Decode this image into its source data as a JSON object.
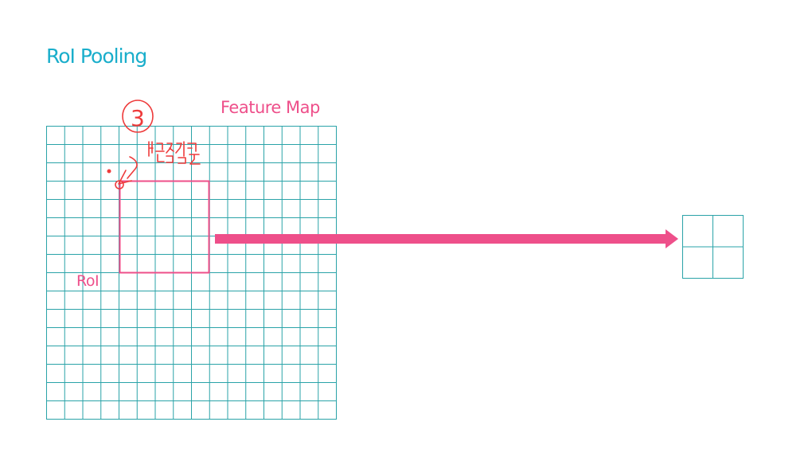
{
  "slide": {
    "title": "RoI Pooling"
  },
  "diagram": {
    "feature_map_label": "Feature Map",
    "roi_label": "RoI",
    "feature_map_grid": {
      "rows": 16,
      "cols": 16
    },
    "output_grid": {
      "rows": 2,
      "cols": 2
    },
    "annotation_number": "3",
    "colors": {
      "title": "#1aaecb",
      "grid": "#2aa3a8",
      "accent": "#ee4f8a",
      "annotation": "#ee3b3b"
    }
  }
}
